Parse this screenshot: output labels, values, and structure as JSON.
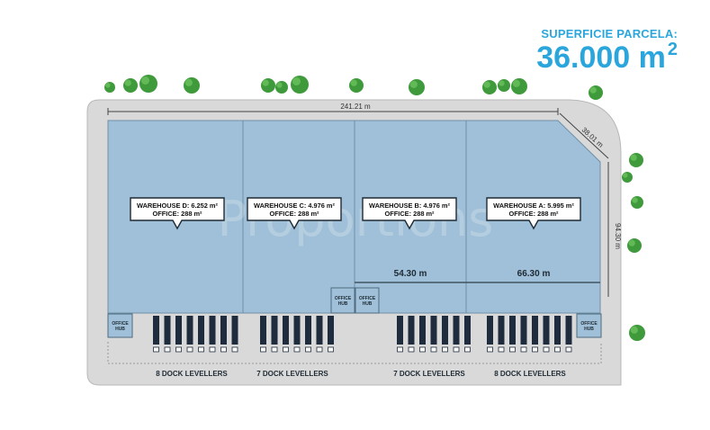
{
  "header": {
    "area_label": "SUPERFICIE PARCELA:",
    "area_value": "36.000 m",
    "area_unit_sup": "2"
  },
  "watermark": "Proportions",
  "dimensions": {
    "top_length": "241.21 m",
    "corner_diagonal": "38.01 m",
    "right_side": "94.30 m",
    "warehouse_b_width": "54.30 m",
    "warehouse_a_width": "66.30 m"
  },
  "warehouses": [
    {
      "name": "WAREHOUSE D: 6.252 m²",
      "office": "OFFICE: 288 m²"
    },
    {
      "name": "WAREHOUSE C: 4.976 m²",
      "office": "OFFICE: 288 m²"
    },
    {
      "name": "WAREHOUSE B: 4.976 m²",
      "office": "OFFICE: 288 m²"
    },
    {
      "name": "WAREHOUSE A: 5.995 m²",
      "office": "OFFICE: 288 m²"
    }
  ],
  "office_hub_lines": [
    "OFFICE",
    "HUB"
  ],
  "dock_groups": [
    {
      "label": "8 DOCK LEVELLERS",
      "count": 8
    },
    {
      "label": "7 DOCK LEVELLERS",
      "count": 7
    },
    {
      "label": "7 DOCK LEVELLERS",
      "count": 7
    },
    {
      "label": "8 DOCK LEVELLERS",
      "count": 8
    }
  ],
  "colors": {
    "accent": "#2ba6dc",
    "plot_fill": "#d9d9d9",
    "warehouse_fill": "#9fc0d8",
    "building_stroke": "#6f8fa6",
    "tree_green": "#3f9a3c"
  }
}
